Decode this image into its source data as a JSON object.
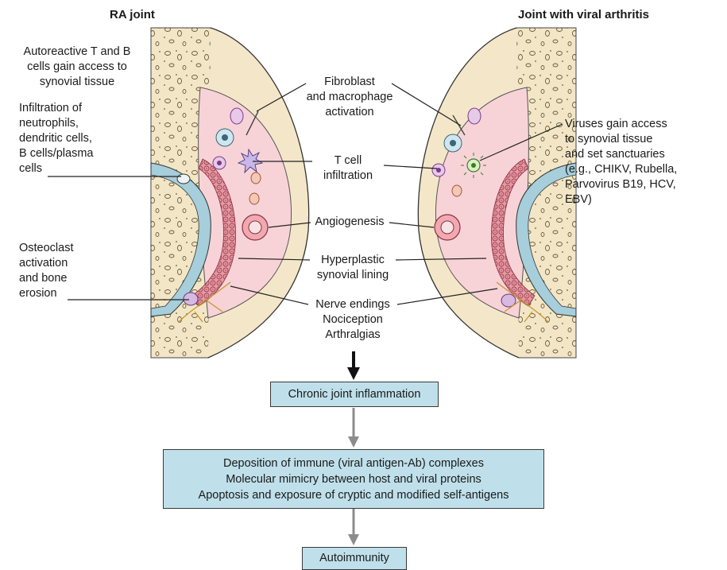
{
  "titles": {
    "left": "RA joint",
    "right": "Joint with viral arthritis"
  },
  "left_labels": {
    "autoreactive": [
      "Autoreactive T and B",
      "cells gain access to",
      "synovial tissue"
    ],
    "infiltration": [
      "Infiltration of",
      "neutrophils,",
      "dendritic cells,",
      "B cells/plasma",
      "cells"
    ],
    "osteoclast": [
      "Osteoclast",
      "activation",
      "and bone",
      "erosion"
    ]
  },
  "center_labels": {
    "fibroblast": [
      "Fibroblast",
      "and macrophage",
      "activation"
    ],
    "tcell": [
      "T cell",
      "infiltration"
    ],
    "angiogenesis": [
      "Angiogenesis"
    ],
    "hyperplastic": [
      "Hyperplastic",
      "synovial lining"
    ],
    "nerve": [
      "Nerve endings",
      "Nociception",
      "Arthralgias"
    ]
  },
  "right_labels": {
    "viruses": [
      "Viruses gain access",
      "to synovial tissue",
      "and set  sanctuaries",
      "(e.g., CHIKV, Rubella,",
      "Parvovirus B19, HCV,",
      "EBV)"
    ]
  },
  "flow": {
    "box1": [
      "Chronic joint inflammation"
    ],
    "box2": [
      "Deposition of immune (viral antigen-Ab) complexes",
      "Molecular mimicry between host and viral proteins",
      "Apoptosis and exposure of cryptic and modified self-antigens"
    ],
    "box3": [
      "Autoimmunity"
    ]
  },
  "colors": {
    "bone": "#f2e6c6",
    "synovium": "#f7d3d7",
    "box_fill": "#bfe0ea",
    "cartilage": "#a6cedb",
    "lining": "#d98a96",
    "arrow_dark": "#111111",
    "arrow_gray": "#8c8c8c"
  }
}
